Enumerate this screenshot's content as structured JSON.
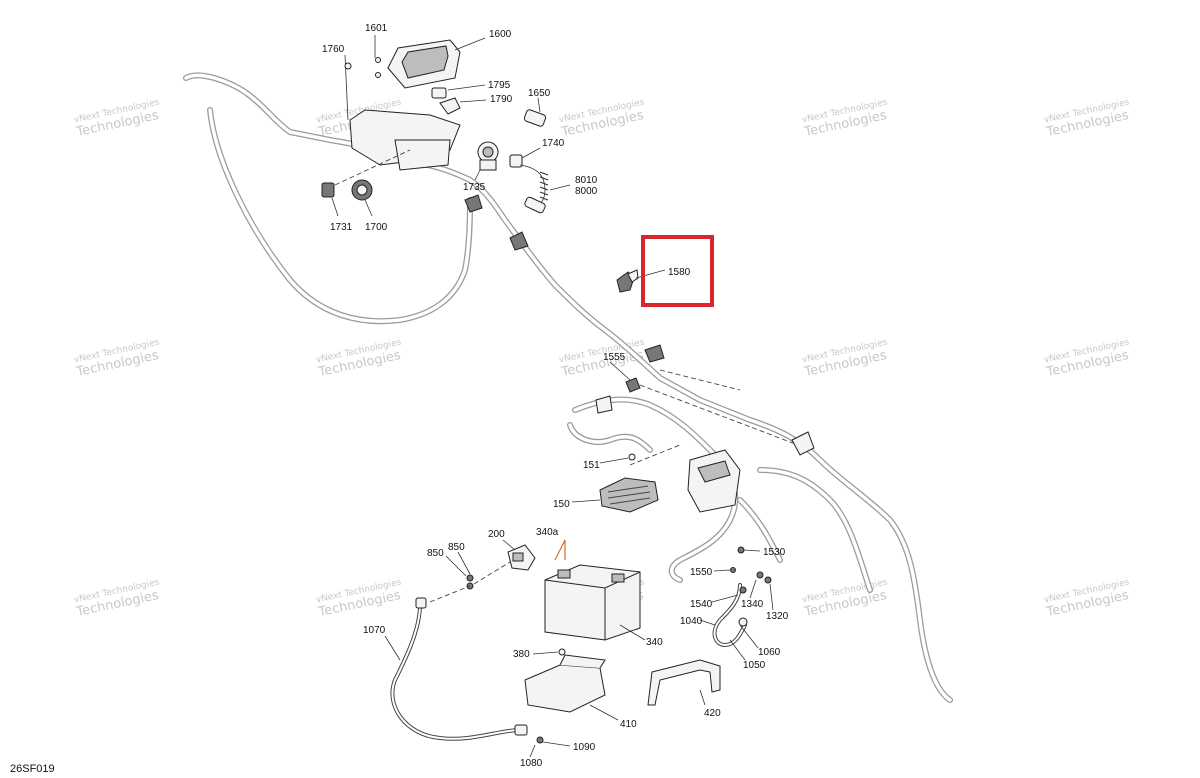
{
  "watermark": {
    "line1": "vNext",
    "line2": "Technologies",
    "full": "vNext Technologies"
  },
  "callouts": [
    {
      "id": "1601",
      "text": "1601"
    },
    {
      "id": "1600",
      "text": "1600"
    },
    {
      "id": "1760",
      "text": "1760"
    },
    {
      "id": "1795",
      "text": "1795"
    },
    {
      "id": "1790",
      "text": "1790"
    },
    {
      "id": "1650",
      "text": "1650"
    },
    {
      "id": "1740",
      "text": "1740"
    },
    {
      "id": "8010",
      "text": "8010"
    },
    {
      "id": "8000",
      "text": "8000"
    },
    {
      "id": "1735",
      "text": "1735"
    },
    {
      "id": "1731",
      "text": "1731"
    },
    {
      "id": "1700",
      "text": "1700"
    },
    {
      "id": "1580",
      "text": "1580"
    },
    {
      "id": "1555",
      "text": "1555"
    },
    {
      "id": "151",
      "text": "151"
    },
    {
      "id": "150",
      "text": "150"
    },
    {
      "id": "200",
      "text": "200"
    },
    {
      "id": "340a",
      "text": "340a"
    },
    {
      "id": "850a",
      "text": "850"
    },
    {
      "id": "850b",
      "text": "850"
    },
    {
      "id": "1530",
      "text": "1530"
    },
    {
      "id": "1550",
      "text": "1550"
    },
    {
      "id": "1540",
      "text": "1540"
    },
    {
      "id": "1340",
      "text": "1340"
    },
    {
      "id": "1320",
      "text": "1320"
    },
    {
      "id": "1040",
      "text": "1040"
    },
    {
      "id": "1060",
      "text": "1060"
    },
    {
      "id": "1050",
      "text": "1050"
    },
    {
      "id": "340",
      "text": "340"
    },
    {
      "id": "1070",
      "text": "1070"
    },
    {
      "id": "380",
      "text": "380"
    },
    {
      "id": "410",
      "text": "410"
    },
    {
      "id": "420",
      "text": "420"
    },
    {
      "id": "1090",
      "text": "1090"
    },
    {
      "id": "1080",
      "text": "1080"
    }
  ],
  "diagram_code": "26SF019",
  "highlight": {
    "target": "1580",
    "color": "#d9262c"
  },
  "colors": {
    "line": "#222222",
    "harness": "#9a9a9a",
    "watermark": "#c8c8c8"
  }
}
